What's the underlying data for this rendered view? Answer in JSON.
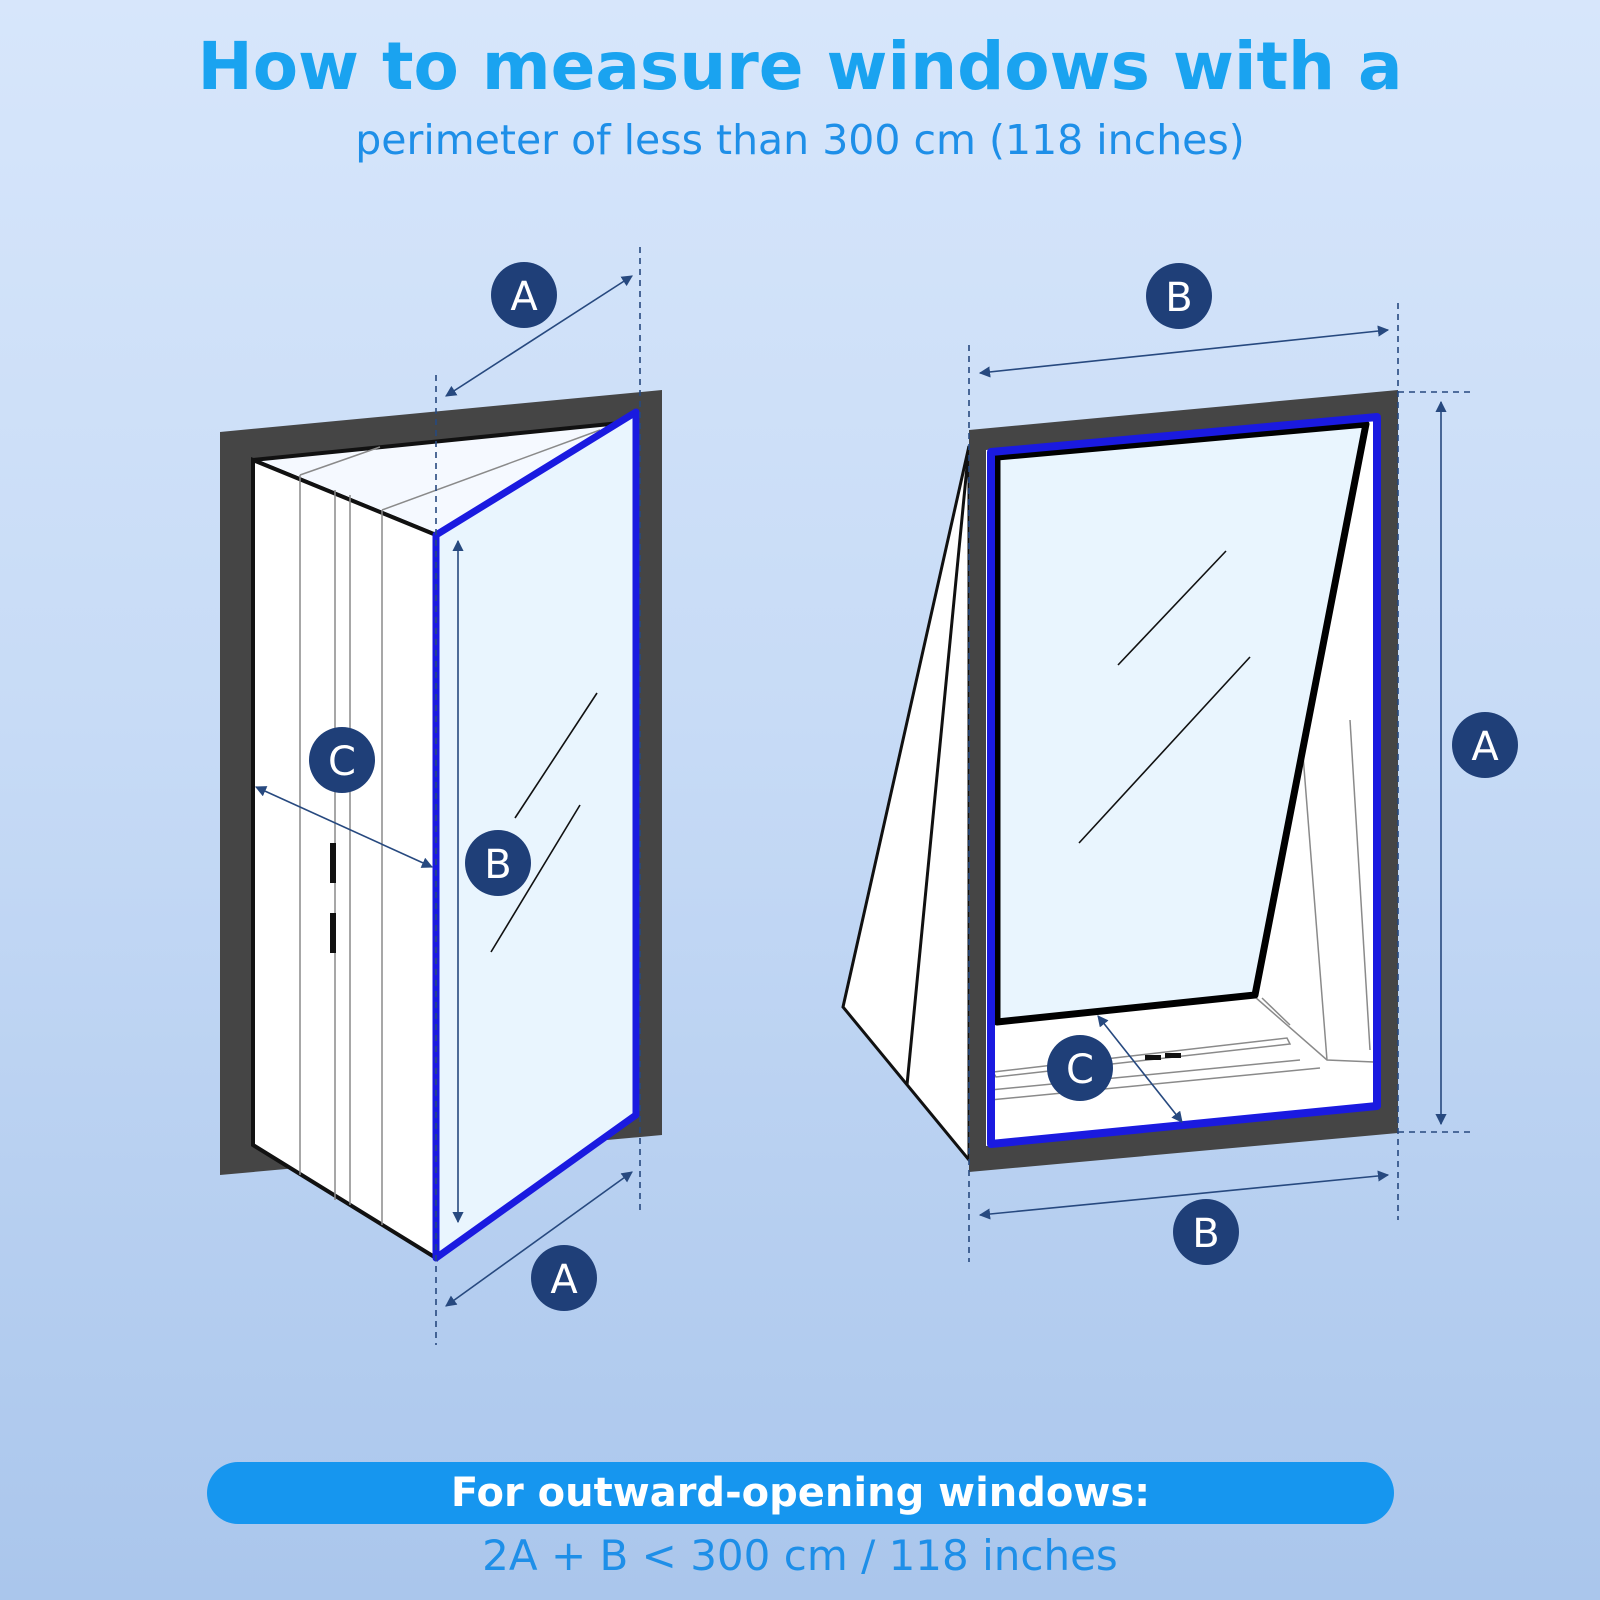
{
  "title": "How to measure windows with a",
  "subtitle": "perimeter of less than 300 cm (118 inches)",
  "labels": {
    "left_top": "A",
    "left_bottom": "A",
    "left_height": "B",
    "left_depth": "C",
    "right_top": "B",
    "right_bottom": "B",
    "right_height": "A",
    "right_depth": "C"
  },
  "banner": "For outward-opening windows:",
  "formula": "2A + B < 300 cm / 118 inches",
  "colors": {
    "title": "#1aa3f0",
    "seal_outline": "#1a1ae0",
    "frame": "#454545",
    "badge": "#1f3f78",
    "arrow": "#27497f",
    "banner": "#1696ef"
  }
}
